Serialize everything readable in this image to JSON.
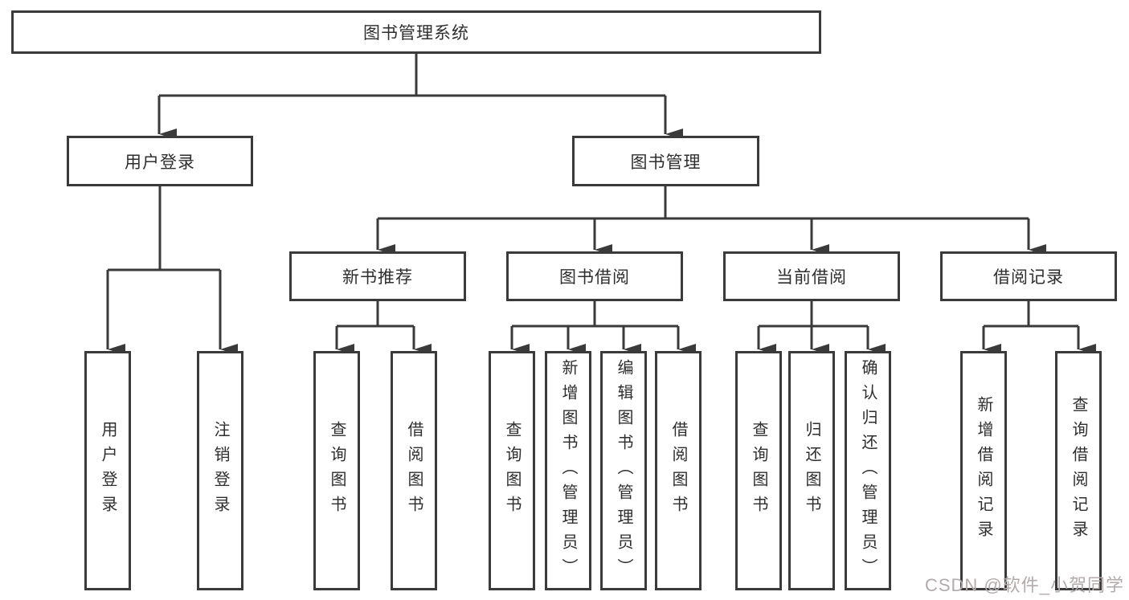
{
  "tree": {
    "root": "图书管理系统",
    "branches": [
      {
        "label": "用户登录",
        "children": [
          "用户登录",
          "注销登录"
        ]
      },
      {
        "label": "图书管理",
        "groups": [
          {
            "label": "新书推荐",
            "children": [
              "查询图书",
              "借阅图书"
            ]
          },
          {
            "label": "图书借阅",
            "children": [
              "查询图书",
              "新增图书（管理员）",
              "编辑图书（管理员）",
              "借阅图书"
            ]
          },
          {
            "label": "当前借阅",
            "children": [
              "查询图书",
              "归还图书",
              "确认归还（管理员）"
            ]
          },
          {
            "label": "借阅记录",
            "children": [
              "新增借阅记录",
              "查询借阅记录"
            ]
          }
        ]
      }
    ]
  },
  "watermark": "CSDN @软件_小贺同学",
  "colors": {
    "line": "#3a3a3a",
    "border": "#3a3a3a",
    "text": "#2e2e2e",
    "watermark": "#b3abab",
    "background": "#ffffff"
  }
}
